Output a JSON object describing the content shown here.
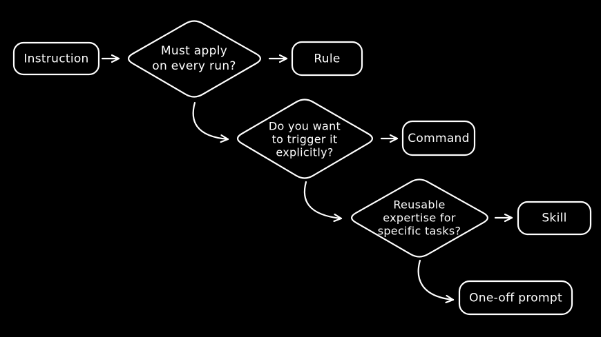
{
  "canvas": {
    "background": "#000000",
    "stroke_color": "#ffffff",
    "text_color": "#ffffff"
  },
  "nodes": {
    "instruction": {
      "label": "Instruction",
      "shape": "rounded-box"
    },
    "q_every_run": {
      "shape": "diamond",
      "lines": [
        "Must apply",
        "on every run?"
      ]
    },
    "rule": {
      "label": "Rule",
      "shape": "rounded-box"
    },
    "q_trigger": {
      "shape": "diamond",
      "lines": [
        "Do you want",
        "to trigger it",
        "explicitly?"
      ]
    },
    "command": {
      "label": "Command",
      "shape": "rounded-box"
    },
    "q_reusable": {
      "shape": "diamond",
      "lines": [
        "Reusable",
        "expertise for",
        "specific tasks?"
      ]
    },
    "skill": {
      "label": "Skill",
      "shape": "rounded-box"
    },
    "one_off_prompt": {
      "label": "One-off prompt",
      "shape": "rounded-box"
    }
  },
  "edges": [
    {
      "from": "instruction",
      "to": "q_every_run"
    },
    {
      "from": "q_every_run",
      "to": "rule"
    },
    {
      "from": "q_every_run",
      "to": "q_trigger"
    },
    {
      "from": "q_trigger",
      "to": "command"
    },
    {
      "from": "q_trigger",
      "to": "q_reusable"
    },
    {
      "from": "q_reusable",
      "to": "skill"
    },
    {
      "from": "q_reusable",
      "to": "one_off_prompt"
    }
  ]
}
